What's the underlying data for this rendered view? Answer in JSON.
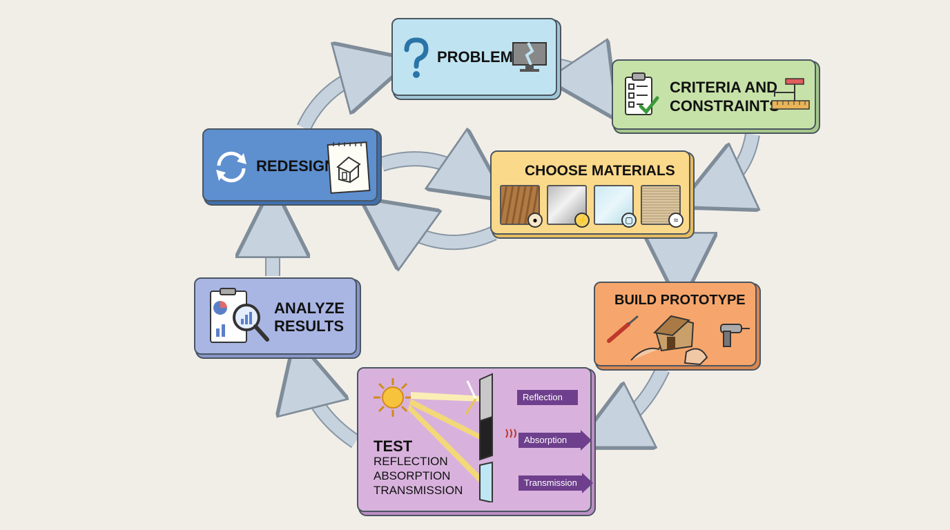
{
  "steps": {
    "problem": {
      "label": "PROBLEM"
    },
    "criteria": {
      "line1": "CRITERIA AND",
      "line2": "CONSTRAINTS"
    },
    "materials": {
      "label": "CHOOSE MATERIALS",
      "swatches": [
        "wood",
        "metal",
        "glass",
        "fabric"
      ]
    },
    "build": {
      "label": "BUILD PROTOTYPE"
    },
    "test": {
      "label": "TEST",
      "items": [
        "REFLECTION",
        "ABSORPTION",
        "TRANSMISSION"
      ],
      "tags": [
        "Reflection",
        "Absorption",
        "Transmission"
      ]
    },
    "analyze": {
      "line1": "ANALYZE",
      "line2": "RESULTS"
    },
    "redesign": {
      "label": "REDESIGN"
    }
  },
  "colors": {
    "problem": "#bfe3f1",
    "criteria": "#c7e2a8",
    "materials": "#fbd98a",
    "build": "#f6a66c",
    "test": "#d8b2dd",
    "analyze": "#a9b6e4",
    "redesign": "#5e8fcf",
    "arrow": "#c6d2de",
    "tag": "#6e3f8c"
  },
  "icons": [
    "question-mark-icon",
    "broken-screen-icon",
    "checklist-icon",
    "ruler-icon",
    "sun-icon",
    "house-sketch-icon",
    "cycle-icon",
    "magnifier-chart-icon"
  ]
}
